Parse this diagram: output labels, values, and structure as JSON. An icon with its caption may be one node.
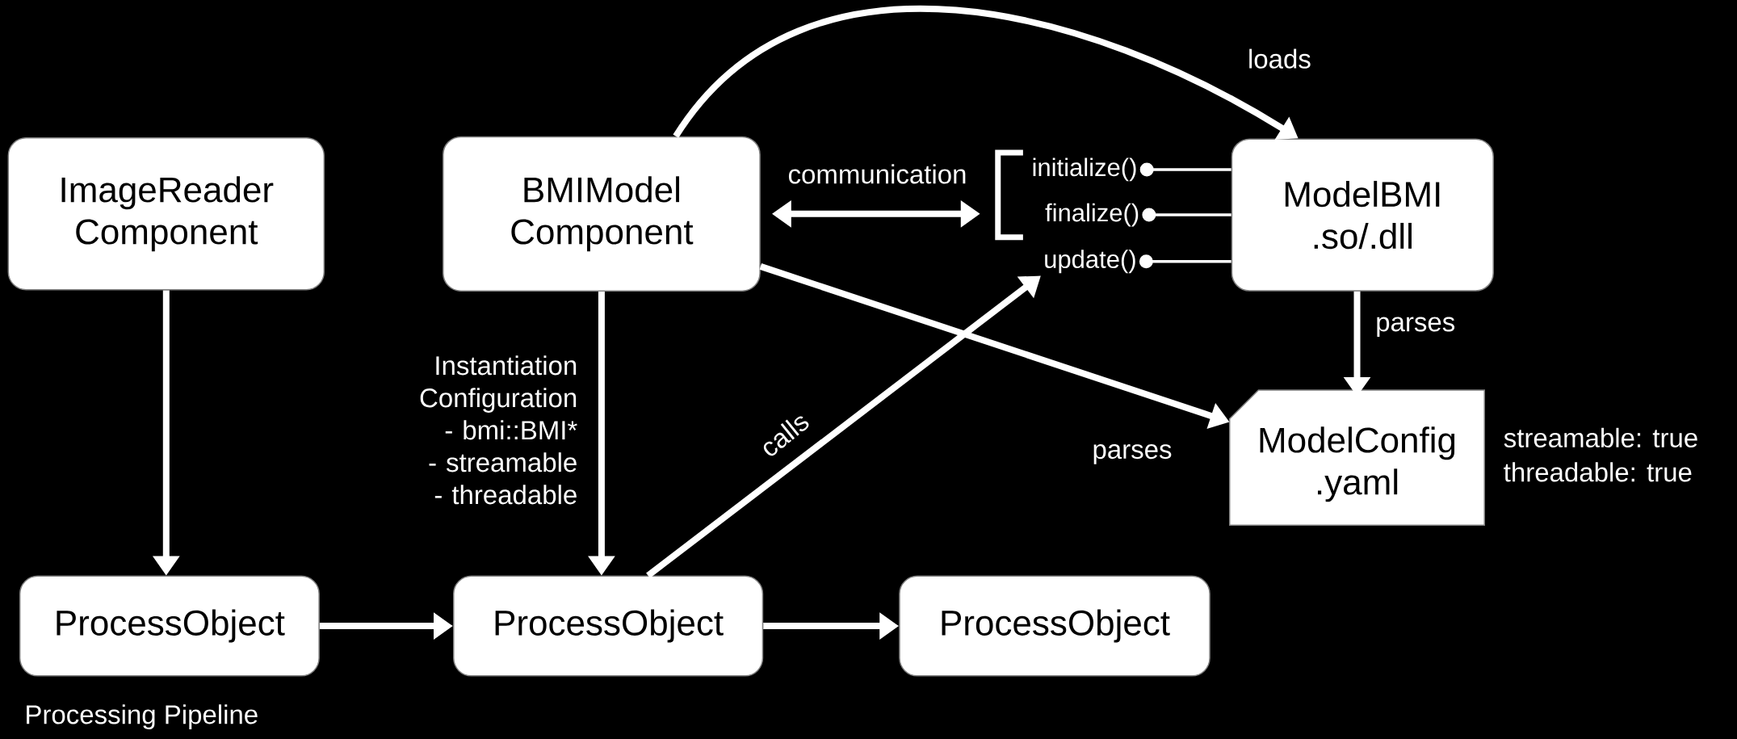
{
  "diagram": {
    "nodes": [
      {
        "text": [
          "ImageReader",
          "Component"
        ]
      },
      {
        "text": [
          "BMIModel",
          "Component"
        ]
      },
      {
        "text": [
          "ModelBMI",
          ".so/.dll"
        ]
      },
      {
        "text": [
          "ModelConfig",
          ".yaml"
        ],
        "beside": [
          "streamable: true",
          "threadable: true"
        ]
      },
      {
        "text": [
          "ProcessObject"
        ]
      },
      {
        "text": [
          "ProcessObject"
        ]
      },
      {
        "text": [
          "ProcessObject"
        ]
      },
      {
        "text": [],
        "shape": "bracket"
      },
      {
        "text": [
          "initialize()"
        ]
      },
      {
        "text": [
          "finalize()"
        ]
      },
      {
        "text": [
          "update()"
        ]
      }
    ],
    "edges": [
      {
        "from": 1,
        "to": 2,
        "arrow": "to",
        "label": "loads"
      },
      {
        "from": 1,
        "to": 7,
        "arrow": "both",
        "label": "communication"
      },
      {
        "from": 5,
        "to": 10,
        "arrow": "to",
        "label": "calls"
      },
      {
        "from": 2,
        "to": 8,
        "arrow": "other"
      },
      {
        "from": 2,
        "to": 9,
        "arrow": "other"
      },
      {
        "from": 2,
        "to": 10,
        "arrow": "other"
      },
      {
        "from": 2,
        "to": 3,
        "arrow": "to",
        "label": "parses"
      },
      {
        "from": 1,
        "to": 3,
        "arrow": "to",
        "label": "parses"
      },
      {
        "from": 0,
        "to": 4,
        "arrow": "to"
      },
      {
        "from": 1,
        "to": 5,
        "arrow": "to",
        "label": "Instantiation Configuration - bmi::BMI* - streamable - threadable"
      },
      {
        "from": 4,
        "to": 5,
        "arrow": "to"
      },
      {
        "from": 5,
        "to": 6,
        "arrow": "to"
      }
    ],
    "labels": [
      "Processing Pipeline"
    ]
  }
}
